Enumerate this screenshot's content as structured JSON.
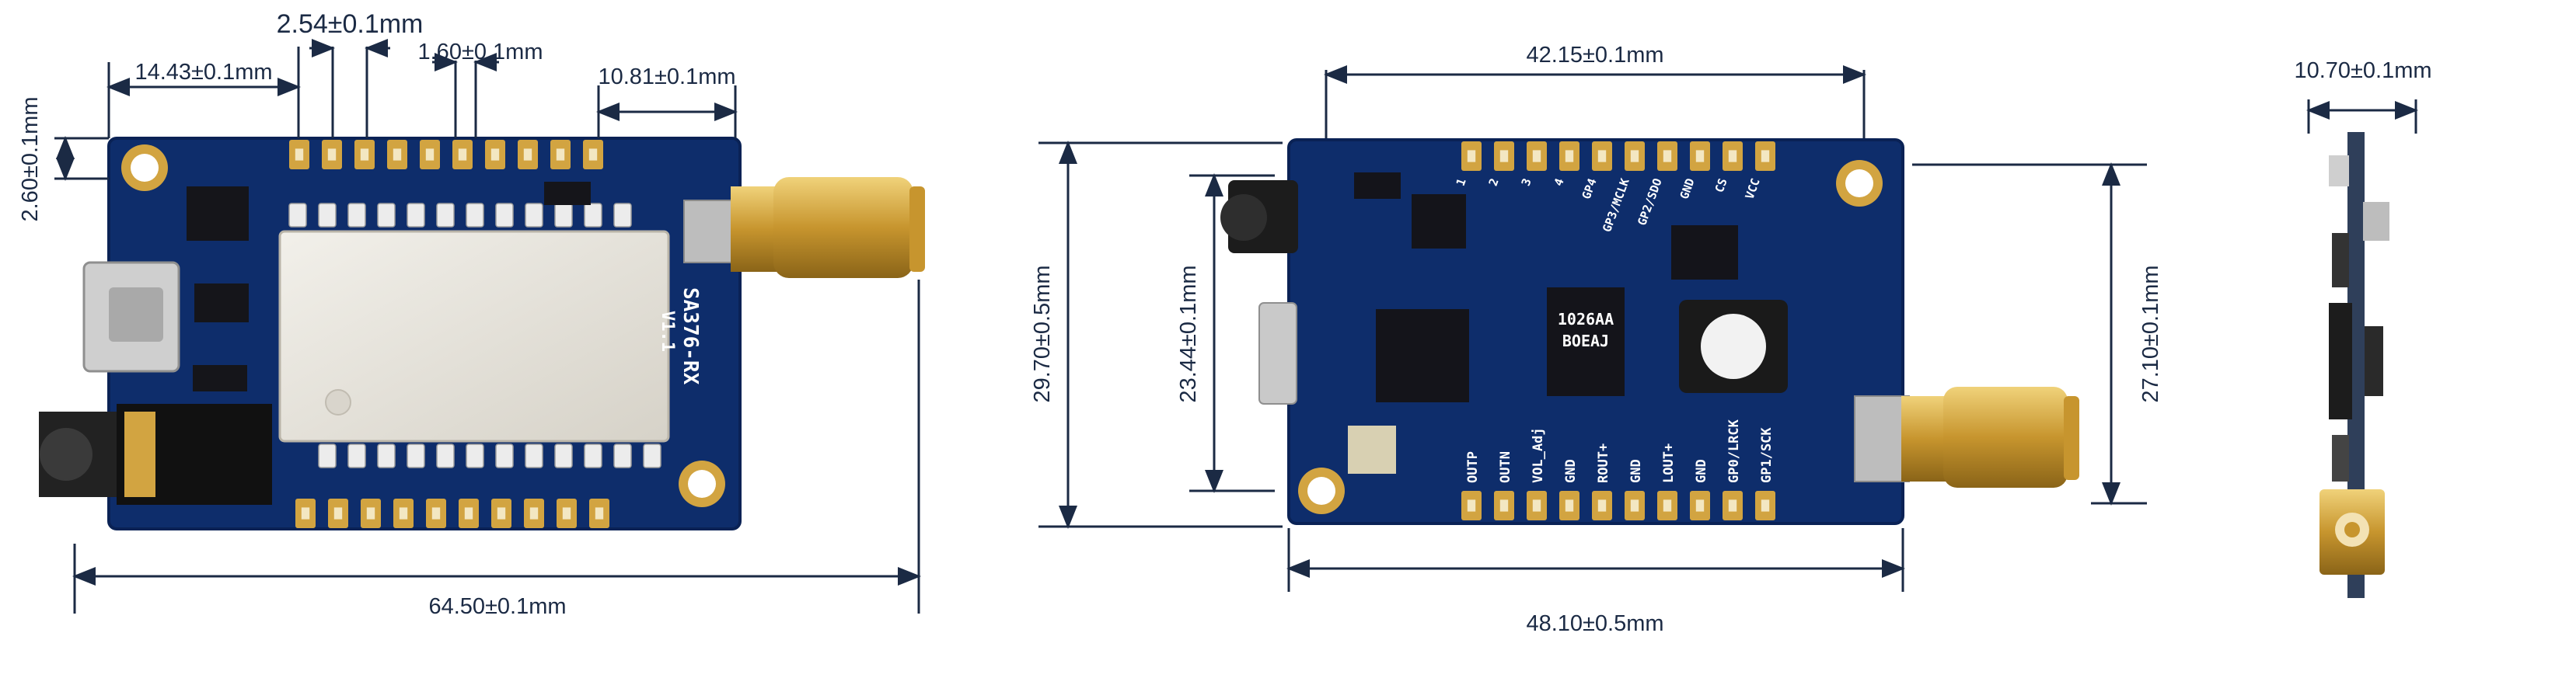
{
  "views": {
    "top": {
      "dims": {
        "pitch": "2.54±0.1mm",
        "left_offset": "14.43±0.1mm",
        "pad_width": "1.60±0.1mm",
        "right_offset": "10.81±0.1mm",
        "edge_offset": "2.60±0.1mm",
        "total_length": "64.50±0.1mm"
      },
      "silkscreen": {
        "model": "SA376-RX",
        "version": "V1.1"
      }
    },
    "bottom": {
      "dims": {
        "top_width": "42.15±0.1mm",
        "bottom_width": "48.10±0.5mm",
        "total_height": "29.70±0.5mm",
        "inner_height": "23.44±0.1mm",
        "right_height": "27.10±0.1mm"
      },
      "pins_bottom": [
        "OUTP",
        "OUTN",
        "VOL_Adj",
        "GND",
        "ROUT+",
        "GND",
        "LOUT+",
        "GND",
        "GP0/LRCK",
        "GP1/SCK"
      ],
      "pins_top": [
        "1",
        "2",
        "3",
        "4",
        "GP4",
        "GP3/MCLK",
        "GP2/SDO",
        "GND",
        "CS",
        "VCC"
      ],
      "chips": {
        "chip_a": "1026AA",
        "chip_b": "BOEAJ"
      }
    },
    "side": {
      "dims": {
        "thickness": "10.70±0.1mm"
      }
    }
  },
  "colors": {
    "pcb": "#0e2d6b",
    "pcb_edge": "#0a2255",
    "gold": "#d2a441",
    "dimension": "#1b2a44",
    "shield": "#e4e1d9"
  }
}
